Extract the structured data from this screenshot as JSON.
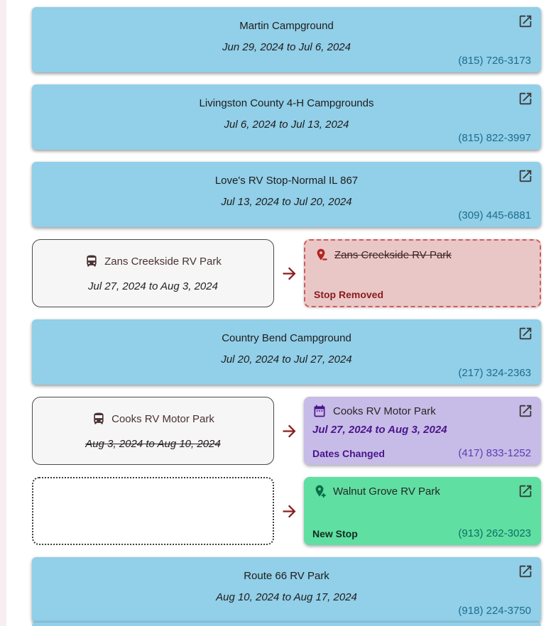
{
  "rows": [
    {
      "kind": "stop",
      "title": "Martin Campground",
      "dates": "Jun 29, 2024 to Jul 6, 2024",
      "phone": "(815) 726-3173"
    },
    {
      "kind": "stop",
      "title": "Livingston County 4-H Campgrounds",
      "dates": "Jul 6, 2024 to Jul 13, 2024",
      "phone": "(815) 822-3997"
    },
    {
      "kind": "stop",
      "title": "Love's RV Stop-Normal IL 867",
      "dates": "Jul 13, 2024 to Jul 20, 2024",
      "phone": "(309) 445-6881"
    },
    {
      "kind": "removed",
      "old": {
        "title": "Zans Creekside RV Park",
        "dates": "Jul 27, 2024 to Aug 3, 2024"
      },
      "new": {
        "title": "Zans Creekside RV Park",
        "status": "Stop Removed"
      }
    },
    {
      "kind": "stop",
      "title": "Country Bend Campground",
      "dates": "Jul 20, 2024 to Jul 27, 2024",
      "phone": "(217) 324-2363"
    },
    {
      "kind": "changed",
      "old": {
        "title": "Cooks RV Motor Park",
        "dates": "Aug 3, 2024 to Aug 10, 2024"
      },
      "new": {
        "title": "Cooks RV Motor Park",
        "dates": "Jul 27, 2024 to Aug 3, 2024",
        "status": "Dates Changed",
        "phone": "(417) 833-1252"
      }
    },
    {
      "kind": "added",
      "new": {
        "title": "Walnut Grove RV Park",
        "status": "New Stop",
        "phone": "(913) 262-3023"
      }
    },
    {
      "kind": "stop",
      "title": "Route 66 RV Park",
      "dates": "Aug 10, 2024 to Aug 17, 2024",
      "phone": "(918) 224-3750"
    }
  ],
  "icons": {
    "open_in_new": "↗ external-link box",
    "rv": "🚌 rv/bus vehicle",
    "location_remove": "📍− map pin with minus badge",
    "location_add": "📍+ map pin with plus badge",
    "calendar": "📅 calendar date-range",
    "arrow_right": "→ change arrow"
  },
  "colors": {
    "page_edge": "#f8edf1",
    "card_blue": "#92cfe8",
    "phone_link": "#1a6e8e",
    "old_text": "#4a3232",
    "arrow": "#8b1e1e",
    "removed_bg": "#e9c7c7",
    "removed_border": "#d15b5b",
    "removed_status": "#8b1a1a",
    "removed_title": "#3f2424",
    "removed_icon": "#b3261e",
    "changed_bg": "#c7bce7",
    "changed_accent": "#4a148c",
    "changed_phone": "#5b3db2",
    "changed_icon": "#4a148c",
    "added_bg": "#5fdfa2",
    "added_status": "#132b1f",
    "added_phone": "#0d6e64",
    "added_icon": "#0a6e46"
  }
}
